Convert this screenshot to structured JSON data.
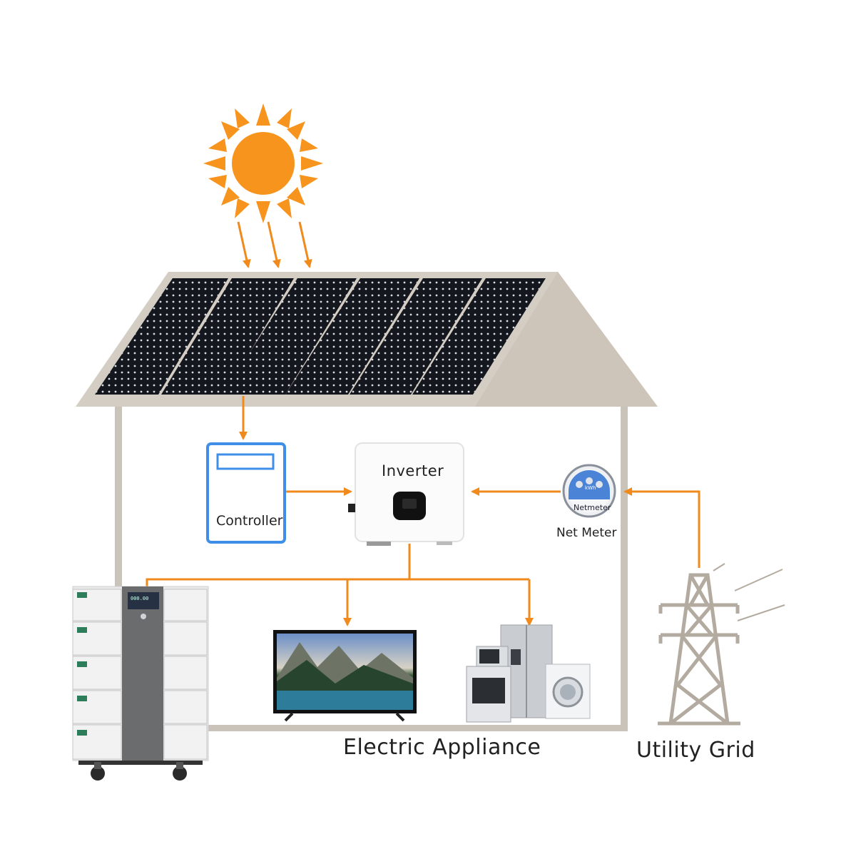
{
  "labels": {
    "inverter": "Inverter",
    "controller": "Controller",
    "net_meter": "Net Meter",
    "net_meter_face": "Netmeter",
    "net_meter_unit": "kWh",
    "battery_screen": "000.00",
    "electric_appliance": "Electric Appliance",
    "utility_grid": "Utility Grid"
  },
  "colors": {
    "flow_arrow": "#f08a1c",
    "sun": "#f7941d",
    "house_wall": "#c9c3ba",
    "roof": "#d4cdc3",
    "solar_panel": "#14161c",
    "controller": "#3f8fe8",
    "tower": "#b3aaa0"
  },
  "icons": [
    "sun-icon",
    "solar-panel-icon",
    "controller-icon",
    "inverter-icon",
    "net-meter-icon",
    "battery-stack-icon",
    "television-icon",
    "home-appliances-icon",
    "transmission-tower-icon"
  ]
}
